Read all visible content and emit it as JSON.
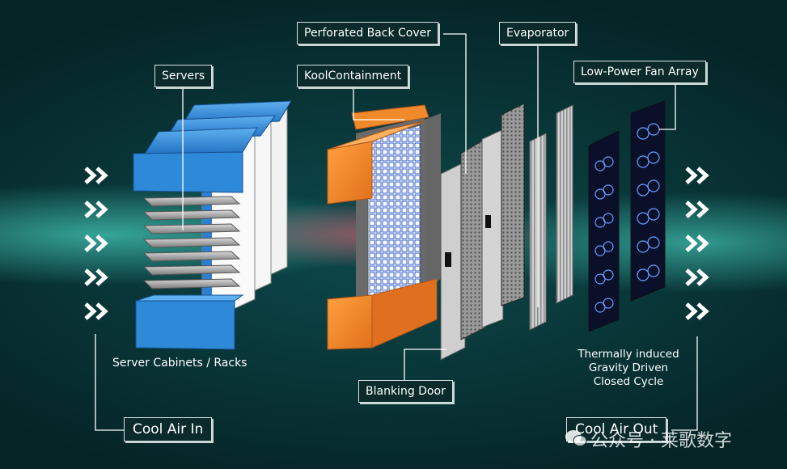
{
  "labels": {
    "servers": "Servers",
    "kool_containment": "KoolContainment",
    "perforated_back_cover": "Perforated Back Cover",
    "evaporator": "Evaporator",
    "low_power_fan_array": "Low-Power Fan Array",
    "blanking_door": "Blanking Door",
    "server_cabinets": "Server Cabinets / Racks",
    "cool_air_in": "Cool Air In",
    "cool_air_out": "Cool Air Out",
    "cycle_caption": [
      "Thermally induced",
      "Gravity Driven",
      "Closed Cycle"
    ]
  },
  "watermark": "公众号 · 莱歌数字",
  "colors": {
    "cabinet_blue": "#2e8ad8",
    "containment_orange": "#f08a2a",
    "cool_glow": "#5affe6",
    "warm_glow": "#ff5a6e"
  },
  "icons": {
    "flow_arrow": "double-chevron-right",
    "watermark": "wechat-icon"
  }
}
